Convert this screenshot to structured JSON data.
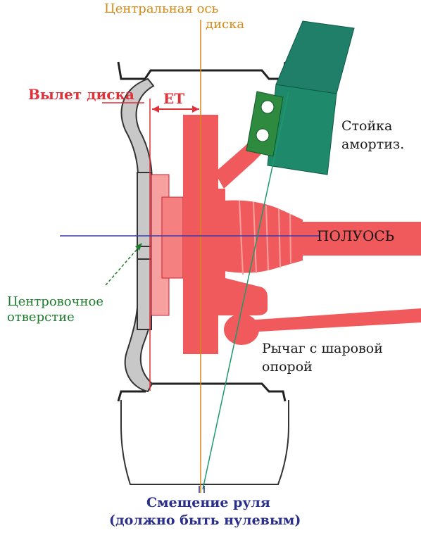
{
  "labels": {
    "center_axis_line1": "Центральная ось",
    "center_axis_line2": "диска",
    "wheel_offset": "Вылет диска",
    "et": "ET",
    "strut_line1": "Стойка",
    "strut_line2": "амортиз.",
    "half_shaft": "ПОЛУОСЬ",
    "center_bore_line1": "Центровочное",
    "center_bore_line2": "отверстие",
    "arm_line1": "Рычаг с шаровой",
    "arm_line2": "опорой",
    "steer_offset_line1": "Смещение руля",
    "steer_offset_line2": "(должно быть нулевым)"
  },
  "colors": {
    "hub_red": "#f05a5c",
    "strut_green": "#1f8a6b",
    "label_orange": "#d68a18",
    "label_red": "#e0303a",
    "label_green": "#1e7d2e",
    "label_navy": "#2a2f8c",
    "wheel_gray": "#c8c8c8",
    "axis_blue": "#3a3ab0"
  }
}
